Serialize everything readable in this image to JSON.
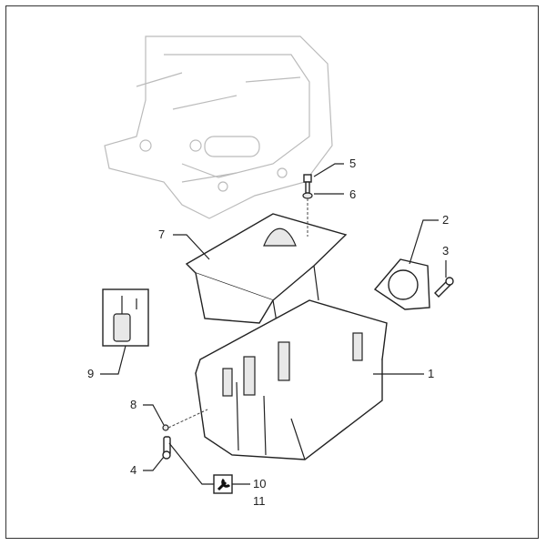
{
  "diagram": {
    "callouts": [
      {
        "id": "1",
        "label": "1"
      },
      {
        "id": "2",
        "label": "2"
      },
      {
        "id": "3",
        "label": "3"
      },
      {
        "id": "4",
        "label": "4"
      },
      {
        "id": "5",
        "label": "5"
      },
      {
        "id": "6",
        "label": "6"
      },
      {
        "id": "7",
        "label": "7"
      },
      {
        "id": "8",
        "label": "8"
      },
      {
        "id": "9",
        "label": "9"
      },
      {
        "id": "10",
        "label": "10"
      },
      {
        "id": "11",
        "label": "11"
      }
    ],
    "icons": [
      "wrench-icon"
    ]
  }
}
